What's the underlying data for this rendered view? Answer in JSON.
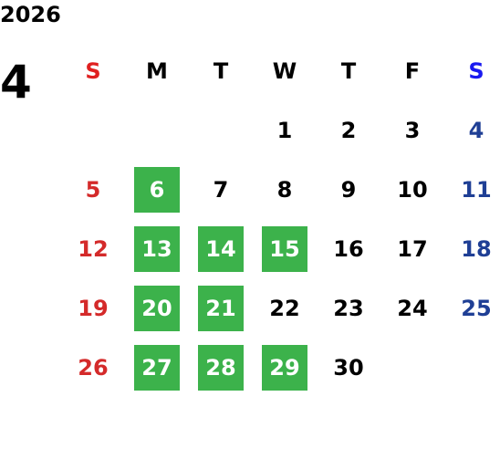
{
  "year": "2026",
  "month": "4",
  "weekdays": [
    "S",
    "M",
    "T",
    "W",
    "T",
    "F",
    "S"
  ],
  "colors": {
    "sunday": "#d42a2a",
    "saturday": "#1f3f95",
    "sunday_header": "#e02020",
    "saturday_header": "#1a1af0",
    "highlight": "#3cb24b"
  },
  "weeks": [
    [
      "",
      "",
      "",
      "1",
      "2",
      "3",
      "4"
    ],
    [
      "5",
      "6",
      "7",
      "8",
      "9",
      "10",
      "11"
    ],
    [
      "12",
      "13",
      "14",
      "15",
      "16",
      "17",
      "18"
    ],
    [
      "19",
      "20",
      "21",
      "22",
      "23",
      "24",
      "25"
    ],
    [
      "26",
      "27",
      "28",
      "29",
      "30",
      "",
      ""
    ]
  ],
  "highlighted_days": [
    "6",
    "13",
    "14",
    "15",
    "20",
    "21",
    "27",
    "28",
    "29"
  ]
}
